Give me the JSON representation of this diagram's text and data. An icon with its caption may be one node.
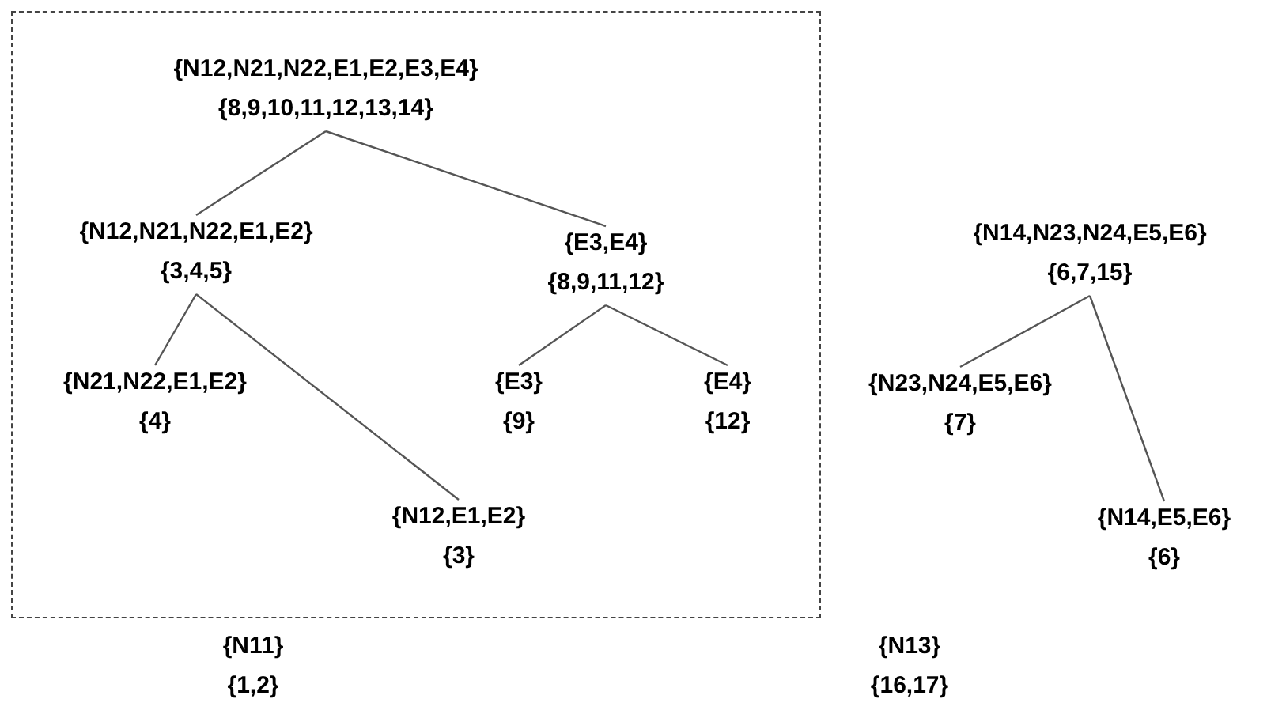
{
  "diagram": {
    "nodes": [
      {
        "text": [],
        "shape": "box"
      },
      {
        "text": [
          "{N12,N21,N22,E1,E2,E3,E4}",
          "{8,9,10,11,12,13,14}"
        ],
        "in": 0
      },
      {
        "text": [
          "{N12,N21,N22,E1,E2}",
          "{3,4,5}"
        ],
        "in": 0
      },
      {
        "text": [
          "{E3,E4}",
          "{8,9,11,12}"
        ],
        "in": 0
      },
      {
        "text": [
          "{N21,N22,E1,E2}",
          "{4}"
        ],
        "in": 0
      },
      {
        "text": [
          "{E3}",
          "{9}"
        ],
        "in": 0
      },
      {
        "text": [
          "{E4}",
          "{12}"
        ],
        "in": 0
      },
      {
        "text": [
          "{N12,E1,E2}",
          "{3}"
        ],
        "in": 0
      },
      {
        "text": [
          "{N14,N23,N24,E5,E6}",
          "{6,7,15}"
        ]
      },
      {
        "text": [
          "{N23,N24,E5,E6}",
          "{7}"
        ]
      },
      {
        "text": [
          "{N14,E5,E6}",
          "{6}"
        ]
      }
    ],
    "edges": [
      {
        "from": 1,
        "to": 2,
        "arrow": "none"
      },
      {
        "from": 1,
        "to": 3,
        "arrow": "none"
      },
      {
        "from": 2,
        "to": 4,
        "arrow": "none"
      },
      {
        "from": 2,
        "to": 7,
        "arrow": "none"
      },
      {
        "from": 3,
        "to": 5,
        "arrow": "none"
      },
      {
        "from": 3,
        "to": 6,
        "arrow": "none"
      },
      {
        "from": 8,
        "to": 9,
        "arrow": "none"
      },
      {
        "from": 8,
        "to": 10,
        "arrow": "none"
      }
    ],
    "labels": [
      "{N11}",
      "{1,2}",
      "{N13}",
      "{16,17}"
    ]
  }
}
